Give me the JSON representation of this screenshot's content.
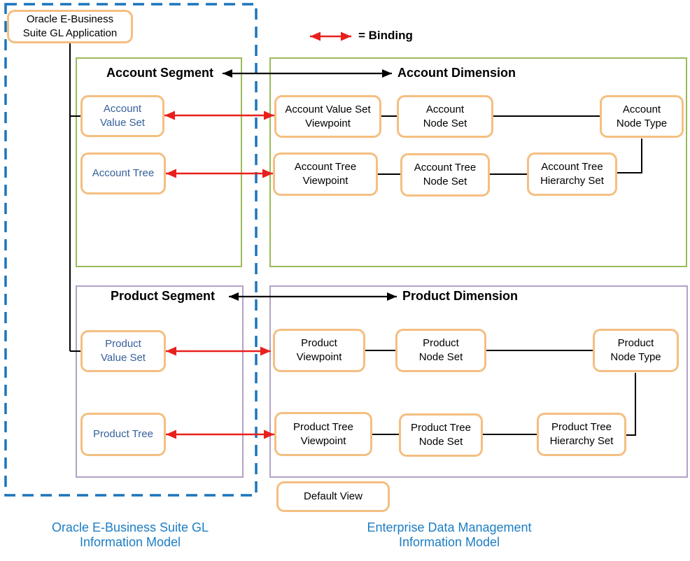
{
  "legend": {
    "binding": "= Binding"
  },
  "ebs_model": {
    "app": "Oracle E-Business\nSuite GL Application",
    "account_segment": {
      "title": "Account Segment",
      "value_set": "Account\nValue Set",
      "tree": "Account Tree"
    },
    "product_segment": {
      "title": "Product Segment",
      "value_set": "Product\nValue Set",
      "tree": "Product Tree"
    },
    "footer": "Oracle E-Business Suite GL\nInformation Model"
  },
  "edm_model": {
    "account_dimension": {
      "title": "Account Dimension",
      "value_set_viewpoint": "Account Value Set\nViewpoint",
      "node_set": "Account\nNode Set",
      "node_type": "Account\nNode Type",
      "tree_viewpoint": "Account Tree\nViewpoint",
      "tree_node_set": "Account Tree\nNode Set",
      "tree_hierarchy_set": "Account Tree\nHierarchy Set"
    },
    "product_dimension": {
      "title": "Product Dimension",
      "viewpoint": "Product\nViewpoint",
      "node_set": "Product\nNode Set",
      "node_type": "Product\nNode Type",
      "tree_viewpoint": "Product Tree\nViewpoint",
      "tree_node_set": "Product Tree\nNode Set",
      "tree_hierarchy_set": "Product Tree\nHierarchy Set"
    },
    "default_view": "Default View",
    "footer": "Enterprise Data Management\nInformation Model"
  },
  "colors": {
    "boundary_blue": "#1C75BC",
    "footer_blue": "#1D7DC4",
    "node_border_orange": "#F4BF81",
    "segment_green": "#9ABB59",
    "segment_purple": "#B2A2C6",
    "node_text_blue": "#36609A",
    "binding_red": "#E8201D",
    "connector_black": "#000000"
  }
}
